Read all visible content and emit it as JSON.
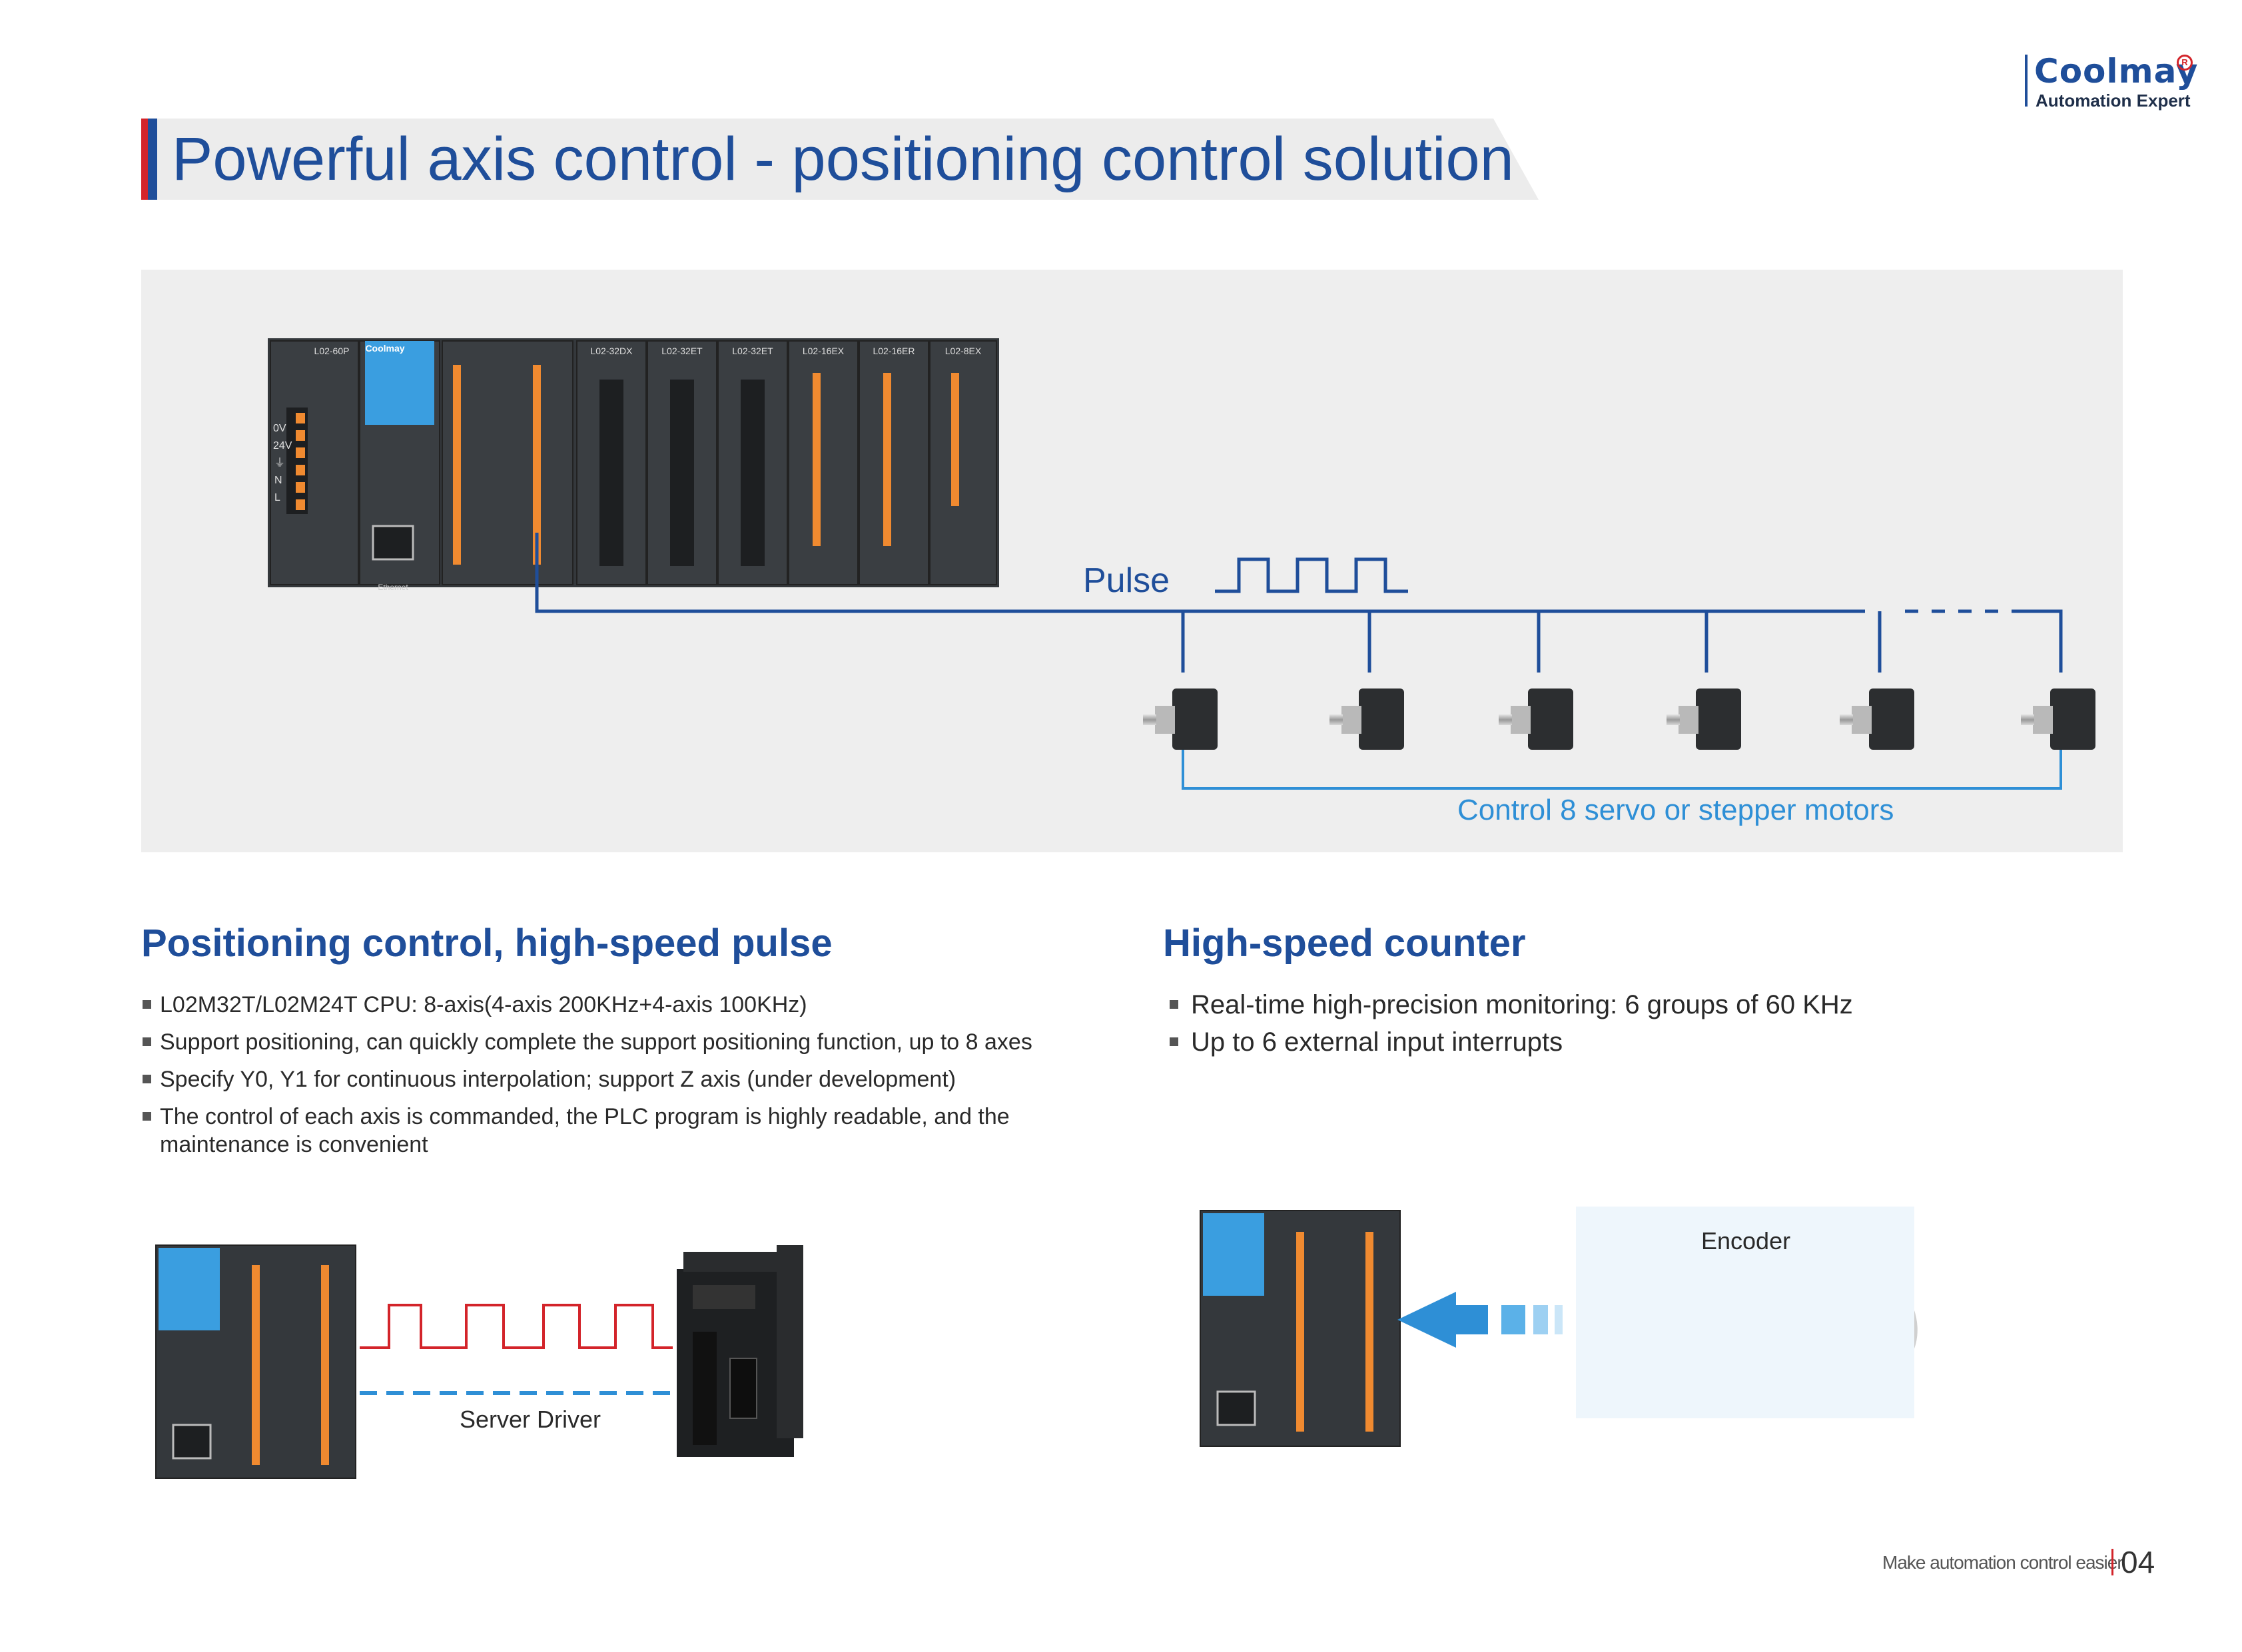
{
  "logo": {
    "brand": "Coolmay",
    "tagline": "Automation Expert"
  },
  "title": "Powerful axis control - positioning control solution",
  "diagram": {
    "pulse_label": "Pulse",
    "motors_label": "Control 8 servo or stepper motors",
    "plc_main_label": "L02-60P",
    "plc_brand": "Coolmay",
    "module_labels": [
      "L02-32DX",
      "L02-32ET",
      "L02-32ET",
      "L02-16EX",
      "L02-16ER",
      "L02-8EX"
    ],
    "ethernet": "Ethernet",
    "power_terminals": [
      "0V",
      "24V",
      "⏚",
      "N",
      "L"
    ]
  },
  "positioning": {
    "heading": "Positioning control, high-speed pulse",
    "bullets": [
      "L02M32T/L02M24T CPU: 8-axis(4-axis 200KHz+4-axis 100KHz)",
      "Support positioning, can quickly complete the support positioning function, up to 8 axes",
      "Specify Y0, Y1 for continuous interpolation; support Z axis (under development)",
      "The control of each axis is commanded, the PLC program is highly readable, and the",
      "maintenance is convenient"
    ],
    "driver_label": "Server Driver"
  },
  "counter": {
    "heading": "High-speed counter",
    "bullets": [
      "Real-time high-precision monitoring: 6 groups of 60 KHz",
      "Up to 6 external input interrupts"
    ],
    "encoder_label": "Encoder"
  },
  "footer": {
    "tagline": "Make automation control easier",
    "page": "04"
  },
  "colors": {
    "brand_blue": "#1f4e9a",
    "accent_red": "#d3242a",
    "light_blue": "#2e8fd6",
    "plc_dark": "#34383c",
    "terminal_orange": "#f08a30"
  }
}
